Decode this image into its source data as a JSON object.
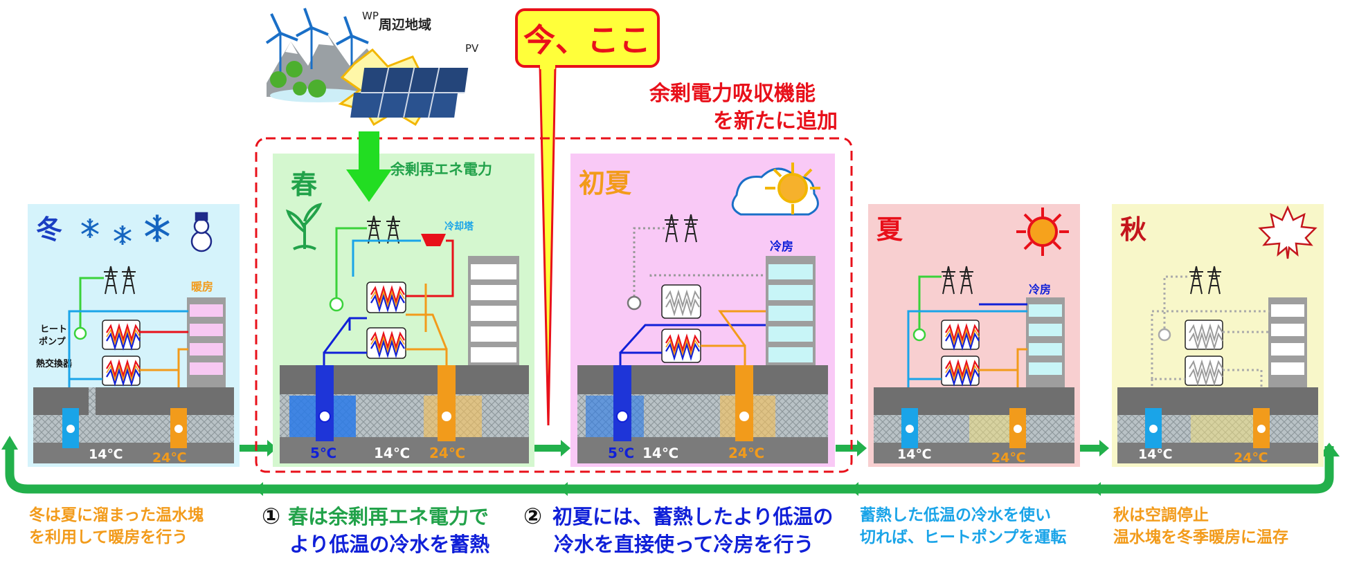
{
  "callout": {
    "label": "今、ここ"
  },
  "new_feature": {
    "line1": "余剰電力吸収機能",
    "line2": "を新たに追加"
  },
  "source": {
    "wp": "WP",
    "area": "周辺地域",
    "pv": "PV"
  },
  "surplus_label": "余剰再エネ電力",
  "panels": {
    "winter": {
      "title": "冬",
      "labels": {
        "heat_pump_1": "ヒート",
        "heat_pump_2": "ポンプ",
        "heat_exchanger": "熱交換器",
        "mode": "暖房"
      },
      "temps": {
        "cold": "14℃",
        "warm": "24℃"
      },
      "caption": [
        "冬は夏に溜まった温水塊",
        "を利用して暖房を行う"
      ]
    },
    "spring": {
      "title": "春",
      "labels": {
        "cooling_tower": "冷却塔"
      },
      "temps": {
        "coldest": "5℃",
        "cold": "14℃",
        "warm": "24℃"
      },
      "caption_num": "①",
      "caption": [
        "春は余剰再エネ電力で",
        "より低温の冷水を蓄熱"
      ]
    },
    "early_summer": {
      "title": "初夏",
      "labels": {
        "mode": "冷房"
      },
      "temps": {
        "coldest": "5℃",
        "cold": "14℃",
        "warm": "24℃"
      },
      "caption_num": "②",
      "caption": [
        "初夏には、蓄熱したより低温の",
        "冷水を直接使って冷房を行う"
      ]
    },
    "summer": {
      "title": "夏",
      "labels": {
        "mode": "冷房"
      },
      "temps": {
        "cold": "14℃",
        "warm": "24℃"
      },
      "caption": [
        "蓄熱した低温の冷水を使い",
        "切れば、ヒートポンプを運転"
      ]
    },
    "autumn": {
      "title": "秋",
      "temps": {
        "cold": "14℃",
        "warm": "24℃"
      },
      "caption": [
        "秋は空調停止",
        "温水塊を冬季暖房に温存"
      ]
    }
  },
  "colors": {
    "winter_bg": "#d5f3fb",
    "spring_bg": "#d4f7cf",
    "early_summer_bg": "#f9c9f6",
    "summer_bg": "#f8cfd0",
    "autumn_bg": "#f8f7c9",
    "cycle_green": "#22b04b",
    "red": "#e8101a",
    "blue": "#1020d8",
    "orange": "#f29b1b",
    "sky": "#1aa4e8",
    "callout_fill": "#ffff3a"
  },
  "icons": [
    "snowflake-icon",
    "snowman-icon",
    "sprout-icon",
    "sun-icon",
    "cloud-icon",
    "maple-leaf-icon",
    "pylon-icon",
    "wind-turbine-icon",
    "solar-panel-icon",
    "pump-m-icon"
  ]
}
